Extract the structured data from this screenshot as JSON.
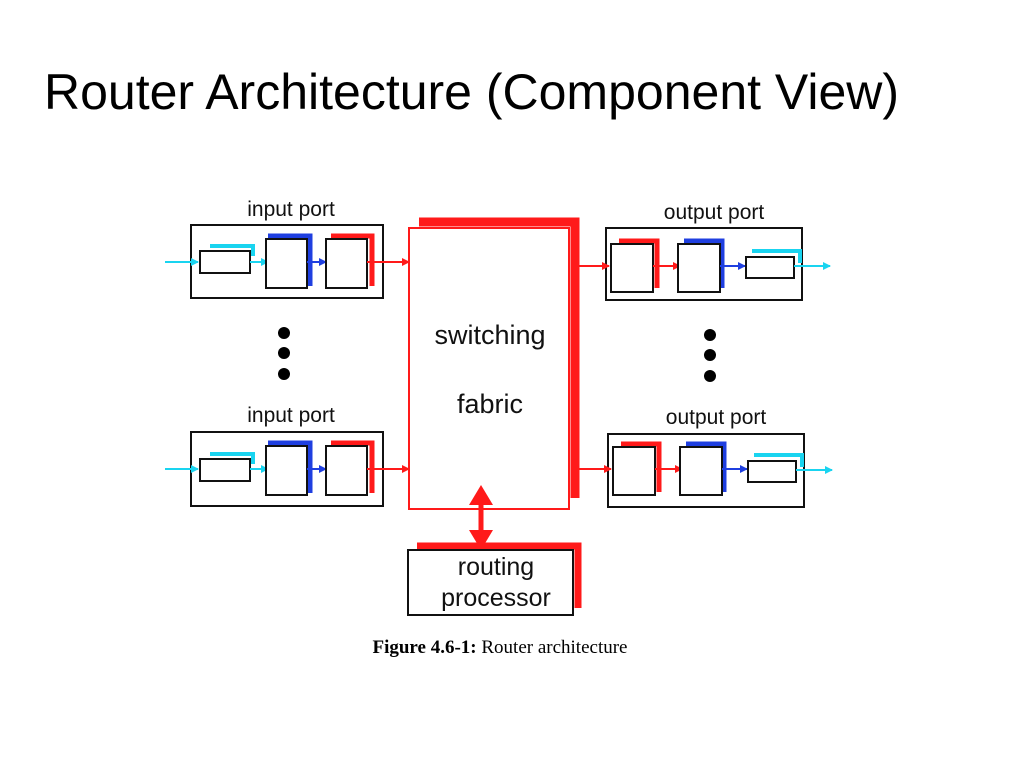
{
  "slide": {
    "title": "Router Architecture (Component View)"
  },
  "diagram": {
    "input_port_label": "input port",
    "output_port_label": "output port",
    "fabric_line1": "switching",
    "fabric_line2": "fabric",
    "processor_line1": "routing",
    "processor_line2": "processor",
    "colors": {
      "red": "#ff1a1a",
      "blue": "#1f3fe0",
      "cyan": "#19d4f0",
      "outline": "#111111"
    }
  },
  "caption": {
    "bold": "Figure 4.6-1:",
    "text": " Router architecture"
  }
}
